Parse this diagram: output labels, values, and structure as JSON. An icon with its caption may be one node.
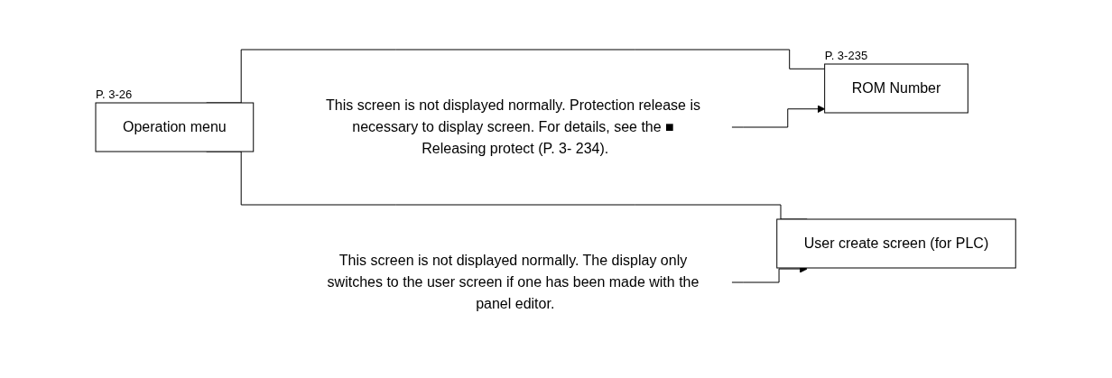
{
  "diagram": {
    "nodes": [
      {
        "text": [
          "Operation menu"
        ],
        "beside": [
          "P. 3-26"
        ]
      },
      {
        "text": [
          "ROM Number"
        ],
        "beside": [
          "P. 3-235"
        ]
      },
      {
        "text": [
          "User create screen (for PLC)"
        ]
      },
      {
        "text": [
          "This screen is not displayed normally. Protection release is necessary to display screen. For details, see the ■ Releasing protect (P. 3- 234)."
        ]
      },
      {
        "text": [
          "This screen is not displayed normally. The display only switches to the user screen if one has been made with the panel editor."
        ]
      }
    ],
    "edges": [
      {
        "from": 0,
        "to": 1,
        "arrow": "none"
      },
      {
        "from": 0,
        "to": 2,
        "arrow": "none"
      },
      {
        "from": 3,
        "to": 1,
        "arrow": "to"
      },
      {
        "from": 4,
        "to": 2,
        "arrow": "to"
      }
    ]
  }
}
